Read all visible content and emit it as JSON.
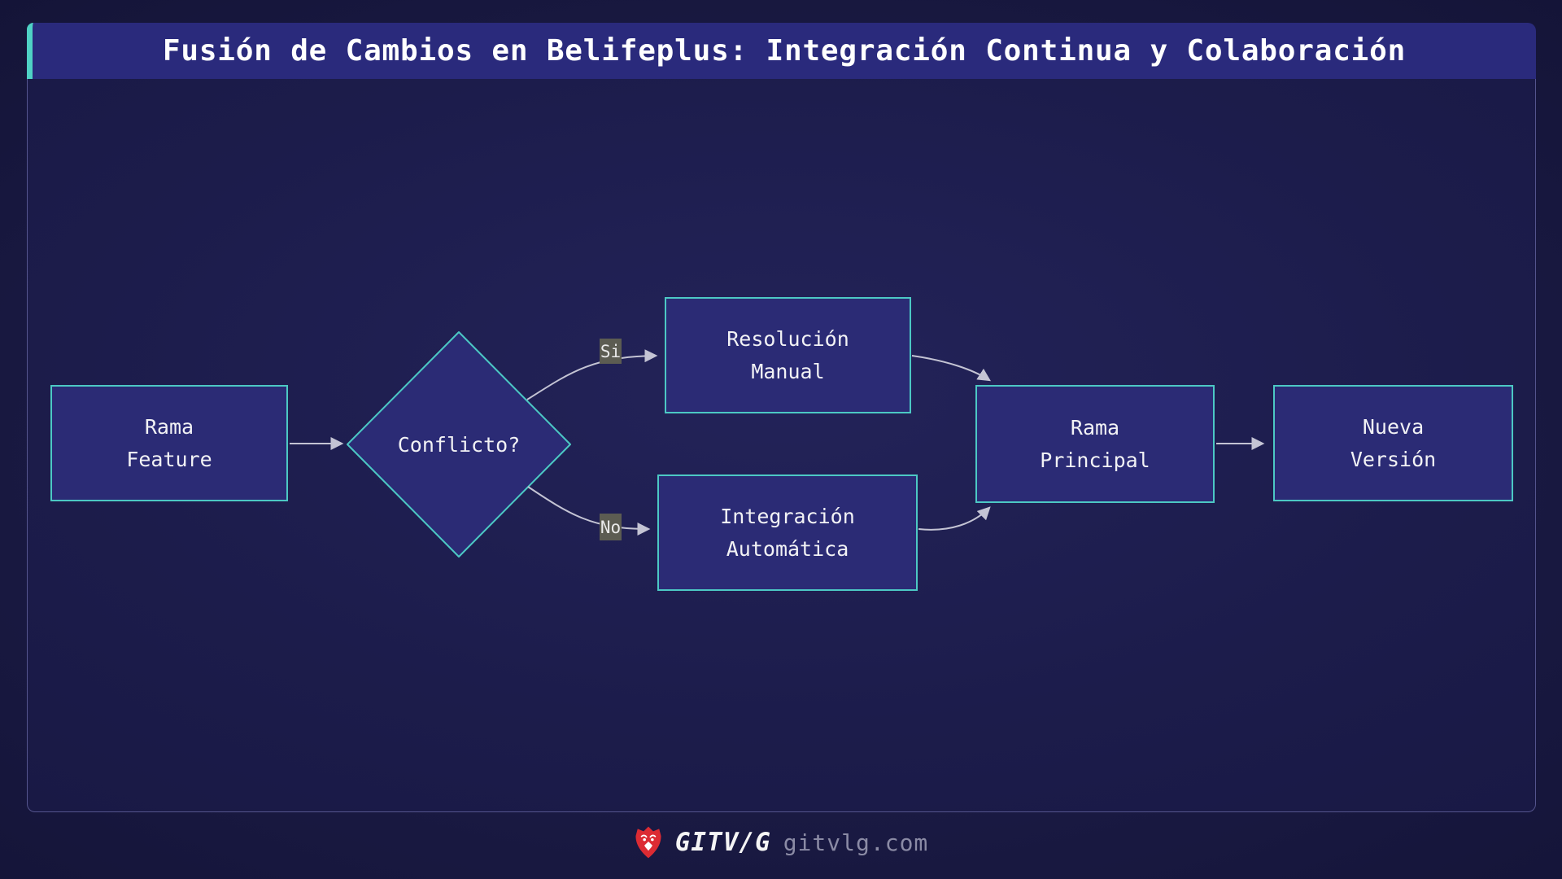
{
  "title": "Fusión de Cambios en Belifeplus: Integración Continua y Colaboración",
  "diagram": {
    "nodes": {
      "rama_feature": {
        "label": "Rama\nFeature"
      },
      "conflicto": {
        "label": "Conflicto?"
      },
      "resolucion_manual": {
        "label": "Resolución\nManual"
      },
      "integracion_automatica": {
        "label": "Integración\nAutomática"
      },
      "rama_principal": {
        "label": "Rama\nPrincipal"
      },
      "nueva_version": {
        "label": "Nueva\nVersión"
      }
    },
    "edge_labels": {
      "si": "Si",
      "no": "No"
    }
  },
  "footer": {
    "brand": "GITV/G",
    "site": "gitvlg.com"
  },
  "colors": {
    "accent_teal": "#4fd1c5",
    "header_bg": "#2a2a7c",
    "node_fill": "#2b2b75",
    "node_border": "#4cc8c4",
    "arrow": "#c4c4d4",
    "edge_label_bg": "#5c5c52",
    "text_light": "#f2f2f5",
    "site_text": "#8b8ba5",
    "brand_red": "#dc2b33"
  }
}
